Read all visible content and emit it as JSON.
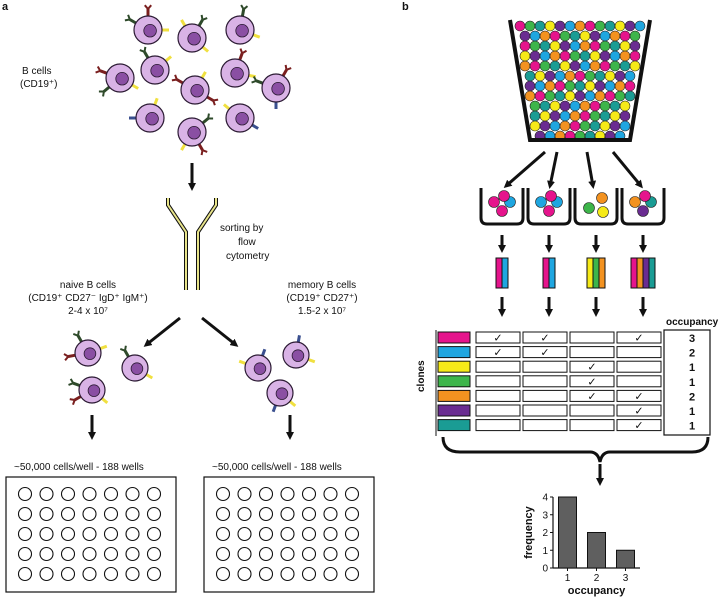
{
  "panel_a": {
    "letter": "a",
    "bcells_label_1": "B cells",
    "bcells_label_2": "(CD19⁺)",
    "sorting_1": "sorting by",
    "sorting_2": "flow",
    "sorting_3": "cytometry",
    "naive_1": "naive B cells",
    "naive_2": "(CD19⁺ CD27⁻ IgD⁺ IgM⁺)",
    "naive_3": "2-4 x 10⁷",
    "memory_1": "memory B cells",
    "memory_2": "(CD19⁺ CD27⁺)",
    "memory_3": "1.5-2 x 10⁷",
    "wells_left": "~50,000 cells/well - 188 wells",
    "wells_right": "~50,000 cells/well - 188 wells",
    "plate": {
      "rows": 5,
      "cols": 7
    },
    "colors": {
      "cell_body": "#d9b3e6",
      "nucleus": "#8a4fa3",
      "outline": "#2b1a33",
      "receptor_yellow": "#f0e040",
      "receptor_red": "#7a1f1f",
      "receptor_green": "#2e4a2a",
      "receptor_blue": "#3a4f8f"
    }
  },
  "panel_b": {
    "letter": "b",
    "occupancy_header": "occupancy",
    "clones_label": "clones",
    "clone_colors": [
      "#e5148c",
      "#1fa6e0",
      "#f6ea18",
      "#3db54a",
      "#f39220",
      "#6a2c91",
      "#1a9c94"
    ],
    "well_balls": [
      [
        "#e5148c",
        "#e5148c",
        "#1fa6e0",
        "#e5148c"
      ],
      [
        "#1fa6e0",
        "#e5148c",
        "#1fa6e0",
        "#e5148c"
      ],
      [
        "#3db54a",
        "#f6ea18",
        "#f39220"
      ],
      [
        "#f39220",
        "#6a2c91",
        "#1a9c94",
        "#e5148c"
      ]
    ],
    "table": [
      {
        "checks": [
          true,
          true,
          false,
          true
        ],
        "occupancy": "3"
      },
      {
        "checks": [
          true,
          true,
          false,
          false
        ],
        "occupancy": "2"
      },
      {
        "checks": [
          false,
          false,
          true,
          false
        ],
        "occupancy": "1"
      },
      {
        "checks": [
          false,
          false,
          true,
          false
        ],
        "occupancy": "1"
      },
      {
        "checks": [
          false,
          false,
          true,
          true
        ],
        "occupancy": "2"
      },
      {
        "checks": [
          false,
          false,
          false,
          true
        ],
        "occupancy": "1"
      },
      {
        "checks": [
          false,
          false,
          false,
          true
        ],
        "occupancy": "1"
      }
    ],
    "check_mark": "✓"
  },
  "chart_data": {
    "type": "bar",
    "categories": [
      "1",
      "2",
      "3"
    ],
    "values": [
      4,
      2,
      1
    ],
    "xlabel": "occupancy",
    "ylabel": "frequency",
    "ylim": [
      0,
      4
    ],
    "yticks": [
      "0",
      "1",
      "2",
      "3",
      "4"
    ],
    "bar_color": "#5f5f5f"
  }
}
